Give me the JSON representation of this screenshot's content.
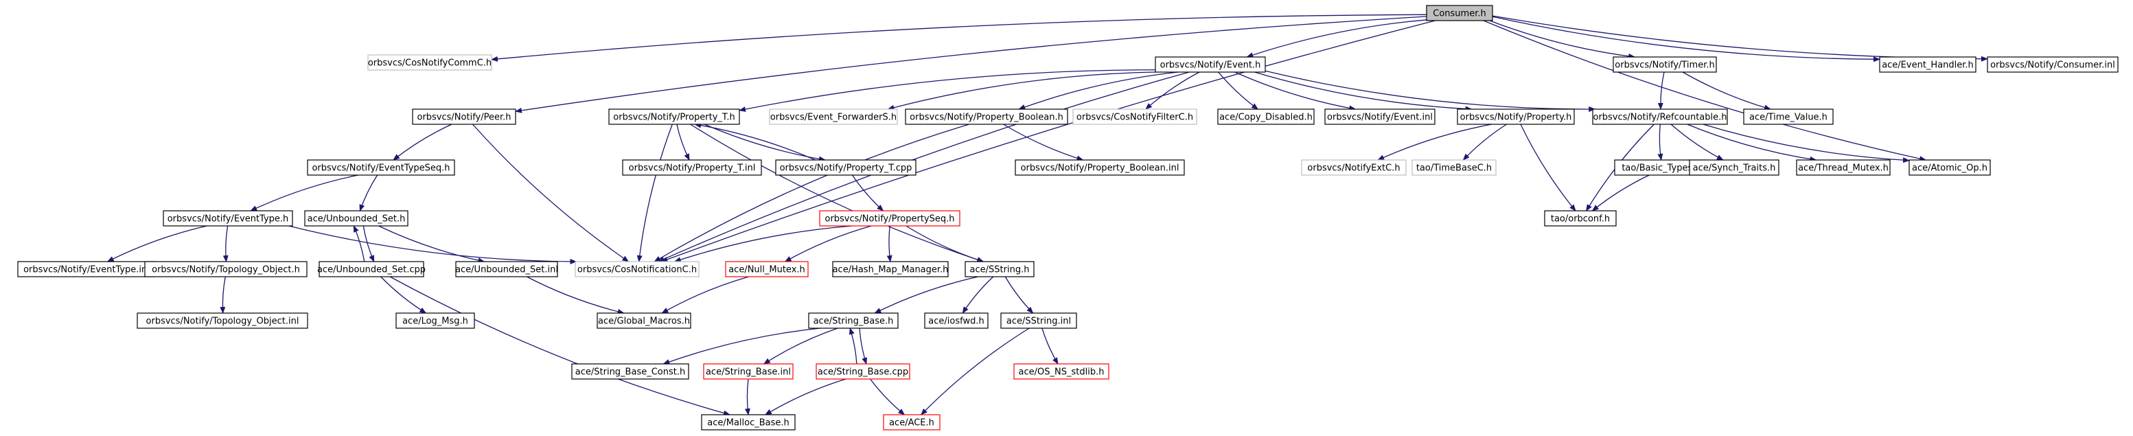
{
  "colors": {
    "edge": "#191970",
    "root_fill": "#bfbfbf",
    "normal_border": "#000000",
    "external_border": "#bfbfbf",
    "truncated_border": "#ff0000"
  },
  "nodes": [
    {
      "id": "consumer_h",
      "label": "Consumer.h",
      "style": "root"
    },
    {
      "id": "cosnotifycommc_h",
      "label": "orbsvcs/CosNotifyCommC.h",
      "style": "external"
    },
    {
      "id": "event_h",
      "label": "orbsvcs/Notify/Event.h",
      "style": "normal"
    },
    {
      "id": "timer_h",
      "label": "orbsvcs/Notify/Timer.h",
      "style": "normal"
    },
    {
      "id": "event_handler_h",
      "label": "ace/Event_Handler.h",
      "style": "normal"
    },
    {
      "id": "consumer_inl",
      "label": "orbsvcs/Notify/Consumer.inl",
      "style": "normal"
    },
    {
      "id": "peer_h",
      "label": "orbsvcs/Notify/Peer.h",
      "style": "normal"
    },
    {
      "id": "property_t_h",
      "label": "orbsvcs/Notify/Property_T.h",
      "style": "normal"
    },
    {
      "id": "event_forwarders_h",
      "label": "orbsvcs/Event_ForwarderS.h",
      "style": "external"
    },
    {
      "id": "property_boolean_h",
      "label": "orbsvcs/Notify/Property_Boolean.h",
      "style": "normal"
    },
    {
      "id": "cosnotifyfilterc_h",
      "label": "orbsvcs/CosNotifyFilterC.h",
      "style": "external"
    },
    {
      "id": "copy_disabled_h",
      "label": "ace/Copy_Disabled.h",
      "style": "normal"
    },
    {
      "id": "event_inl",
      "label": "orbsvcs/Notify/Event.inl",
      "style": "normal"
    },
    {
      "id": "property_h",
      "label": "orbsvcs/Notify/Property.h",
      "style": "normal"
    },
    {
      "id": "refcountable_h",
      "label": "orbsvcs/Notify/Refcountable.h",
      "style": "normal"
    },
    {
      "id": "time_value_h",
      "label": "ace/Time_Value.h",
      "style": "normal"
    },
    {
      "id": "eventtypeseq_h",
      "label": "orbsvcs/Notify/EventTypeSeq.h",
      "style": "normal"
    },
    {
      "id": "property_t_inl",
      "label": "orbsvcs/Notify/Property_T.inl",
      "style": "normal"
    },
    {
      "id": "property_t_cpp",
      "label": "orbsvcs/Notify/Property_T.cpp",
      "style": "normal"
    },
    {
      "id": "property_boolean_inl",
      "label": "orbsvcs/Notify/Property_Boolean.inl",
      "style": "normal"
    },
    {
      "id": "notifyextc_h",
      "label": "orbsvcs/NotifyExtC.h",
      "style": "external"
    },
    {
      "id": "timebasec_h",
      "label": "tao/TimeBaseC.h",
      "style": "external"
    },
    {
      "id": "basic_types_h",
      "label": "tao/Basic_Types.h",
      "style": "normal"
    },
    {
      "id": "synch_traits_h",
      "label": "ace/Synch_Traits.h",
      "style": "normal"
    },
    {
      "id": "thread_mutex_h",
      "label": "ace/Thread_Mutex.h",
      "style": "normal"
    },
    {
      "id": "atomic_op_h",
      "label": "ace/Atomic_Op.h",
      "style": "normal"
    },
    {
      "id": "eventtype_h",
      "label": "orbsvcs/Notify/EventType.h",
      "style": "normal"
    },
    {
      "id": "unbounded_set_h",
      "label": "ace/Unbounded_Set.h",
      "style": "normal"
    },
    {
      "id": "propertyseq_h",
      "label": "orbsvcs/Notify/PropertySeq.h",
      "style": "truncated"
    },
    {
      "id": "orbconf_h",
      "label": "tao/orbconf.h",
      "style": "normal"
    },
    {
      "id": "eventtype_inl",
      "label": "orbsvcs/Notify/EventType.inl",
      "style": "normal"
    },
    {
      "id": "topology_object_h",
      "label": "orbsvcs/Notify/Topology_Object.h",
      "style": "normal"
    },
    {
      "id": "unbounded_set_cpp",
      "label": "ace/Unbounded_Set.cpp",
      "style": "normal"
    },
    {
      "id": "unbounded_set_inl",
      "label": "ace/Unbounded_Set.inl",
      "style": "normal"
    },
    {
      "id": "cosnotificationc_h",
      "label": "orbsvcs/CosNotificationC.h",
      "style": "external"
    },
    {
      "id": "null_mutex_h",
      "label": "ace/Null_Mutex.h",
      "style": "truncated"
    },
    {
      "id": "hash_map_manager_h",
      "label": "ace/Hash_Map_Manager.h",
      "style": "normal"
    },
    {
      "id": "sstring_h",
      "label": "ace/SString.h",
      "style": "normal"
    },
    {
      "id": "topology_object_inl",
      "label": "orbsvcs/Notify/Topology_Object.inl",
      "style": "normal"
    },
    {
      "id": "log_msg_h",
      "label": "ace/Log_Msg.h",
      "style": "normal"
    },
    {
      "id": "global_macros_h",
      "label": "ace/Global_Macros.h",
      "style": "normal"
    },
    {
      "id": "string_base_h",
      "label": "ace/String_Base.h",
      "style": "normal"
    },
    {
      "id": "iosfwd_h",
      "label": "ace/iosfwd.h",
      "style": "normal"
    },
    {
      "id": "sstring_inl",
      "label": "ace/SString.inl",
      "style": "normal"
    },
    {
      "id": "string_base_const_h",
      "label": "ace/String_Base_Const.h",
      "style": "normal"
    },
    {
      "id": "string_base_inl",
      "label": "ace/String_Base.inl",
      "style": "truncated"
    },
    {
      "id": "string_base_cpp",
      "label": "ace/String_Base.cpp",
      "style": "truncated"
    },
    {
      "id": "os_ns_stdlib_h",
      "label": "ace/OS_NS_stdlib.h",
      "style": "truncated"
    },
    {
      "id": "malloc_base_h",
      "label": "ace/Malloc_Base.h",
      "style": "normal"
    },
    {
      "id": "ace_h",
      "label": "ace/ACE.h",
      "style": "truncated"
    }
  ],
  "edges": [
    [
      "consumer_h",
      "cosnotifycommc_h"
    ],
    [
      "consumer_h",
      "event_h"
    ],
    [
      "consumer_h",
      "timer_h"
    ],
    [
      "consumer_h",
      "event_handler_h"
    ],
    [
      "consumer_h",
      "consumer_inl"
    ],
    [
      "consumer_h",
      "peer_h"
    ],
    [
      "consumer_h",
      "cosnotificationc_h"
    ],
    [
      "consumer_h",
      "atomic_op_h"
    ],
    [
      "event_h",
      "property_t_h"
    ],
    [
      "event_h",
      "event_forwarders_h"
    ],
    [
      "event_h",
      "property_boolean_h"
    ],
    [
      "event_h",
      "cosnotifyfilterc_h"
    ],
    [
      "event_h",
      "copy_disabled_h"
    ],
    [
      "event_h",
      "event_inl"
    ],
    [
      "event_h",
      "property_h"
    ],
    [
      "event_h",
      "refcountable_h"
    ],
    [
      "event_h",
      "cosnotificationc_h"
    ],
    [
      "timer_h",
      "refcountable_h"
    ],
    [
      "timer_h",
      "time_value_h"
    ],
    [
      "peer_h",
      "eventtypeseq_h"
    ],
    [
      "peer_h",
      "cosnotificationc_h"
    ],
    [
      "property_t_h",
      "property_t_inl"
    ],
    [
      "property_t_h",
      "property_t_cpp"
    ],
    [
      "property_t_h",
      "sstring_h"
    ],
    [
      "property_t_h",
      "cosnotificationc_h"
    ],
    [
      "property_t_cpp",
      "property_t_h"
    ],
    [
      "property_t_cpp",
      "propertyseq_h"
    ],
    [
      "property_boolean_h",
      "property_boolean_inl"
    ],
    [
      "property_boolean_h",
      "cosnotificationc_h"
    ],
    [
      "property_h",
      "notifyextc_h"
    ],
    [
      "property_h",
      "timebasec_h"
    ],
    [
      "property_h",
      "orbconf_h"
    ],
    [
      "refcountable_h",
      "basic_types_h"
    ],
    [
      "refcountable_h",
      "synch_traits_h"
    ],
    [
      "refcountable_h",
      "thread_mutex_h"
    ],
    [
      "refcountable_h",
      "atomic_op_h"
    ],
    [
      "refcountable_h",
      "orbconf_h"
    ],
    [
      "basic_types_h",
      "orbconf_h"
    ],
    [
      "eventtypeseq_h",
      "eventtype_h"
    ],
    [
      "eventtypeseq_h",
      "unbounded_set_h"
    ],
    [
      "eventtype_h",
      "eventtype_inl"
    ],
    [
      "eventtype_h",
      "topology_object_h"
    ],
    [
      "eventtype_h",
      "cosnotificationc_h"
    ],
    [
      "topology_object_h",
      "topology_object_inl"
    ],
    [
      "unbounded_set_h",
      "unbounded_set_cpp"
    ],
    [
      "unbounded_set_h",
      "unbounded_set_inl"
    ],
    [
      "unbounded_set_cpp",
      "unbounded_set_h"
    ],
    [
      "unbounded_set_cpp",
      "log_msg_h"
    ],
    [
      "unbounded_set_cpp",
      "malloc_base_h"
    ],
    [
      "unbounded_set_inl",
      "global_macros_h"
    ],
    [
      "propertyseq_h",
      "cosnotificationc_h"
    ],
    [
      "propertyseq_h",
      "null_mutex_h"
    ],
    [
      "propertyseq_h",
      "hash_map_manager_h"
    ],
    [
      "propertyseq_h",
      "sstring_h"
    ],
    [
      "null_mutex_h",
      "global_macros_h"
    ],
    [
      "sstring_h",
      "string_base_h"
    ],
    [
      "sstring_h",
      "iosfwd_h"
    ],
    [
      "sstring_h",
      "sstring_inl"
    ],
    [
      "sstring_inl",
      "os_ns_stdlib_h"
    ],
    [
      "sstring_inl",
      "ace_h"
    ],
    [
      "string_base_h",
      "string_base_const_h"
    ],
    [
      "string_base_h",
      "string_base_inl"
    ],
    [
      "string_base_h",
      "string_base_cpp"
    ],
    [
      "string_base_cpp",
      "string_base_h"
    ],
    [
      "string_base_cpp",
      "malloc_base_h"
    ],
    [
      "string_base_cpp",
      "ace_h"
    ],
    [
      "string_base_inl",
      "malloc_base_h"
    ]
  ]
}
